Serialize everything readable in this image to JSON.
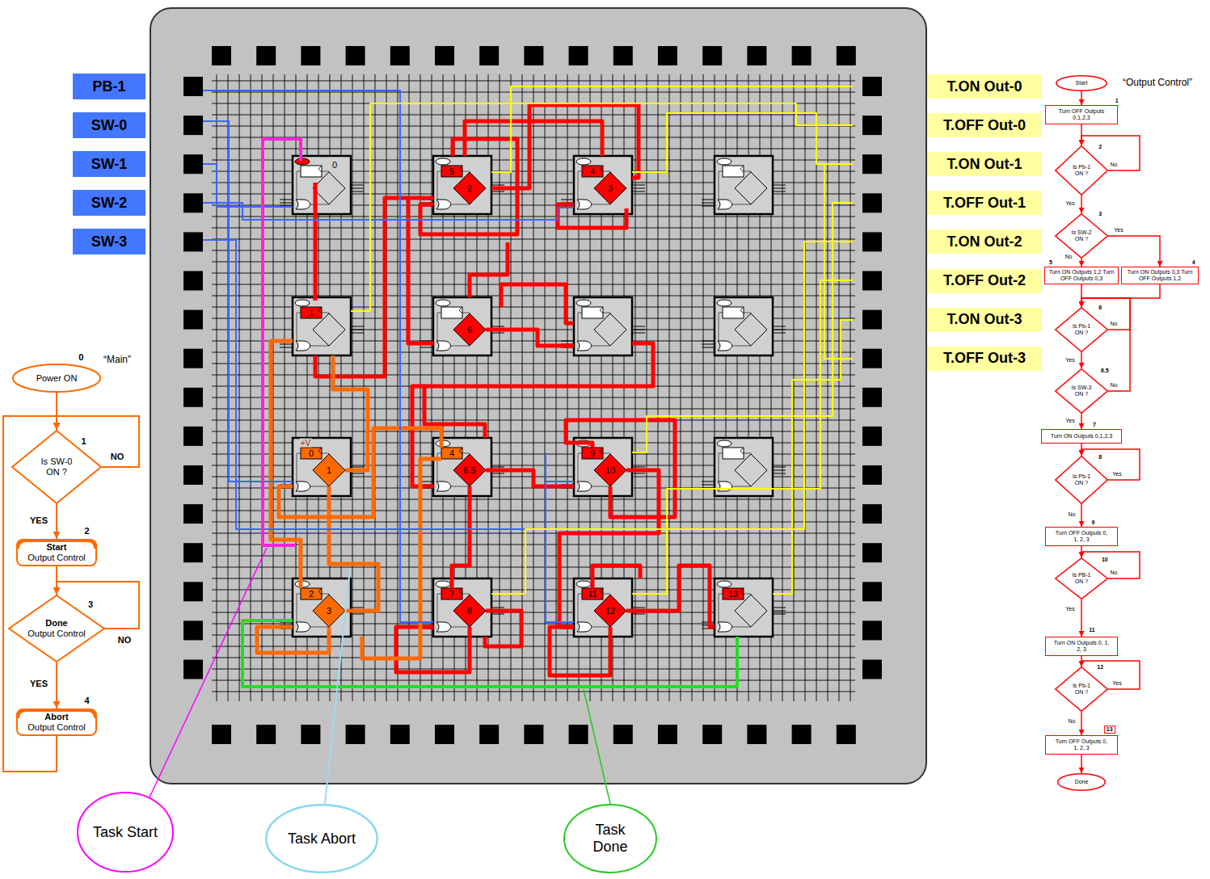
{
  "diagram": {
    "nodes": [
      {
        "text": [
          "PB-1"
        ]
      },
      {
        "text": [
          "SW-0"
        ]
      },
      {
        "text": [
          "SW-1"
        ]
      },
      {
        "text": [
          "SW-2"
        ]
      },
      {
        "text": [
          "SW-3"
        ]
      },
      {
        "text": [
          "T.ON Out-0"
        ]
      },
      {
        "text": [
          "T.OFF Out-0"
        ]
      },
      {
        "text": [
          "T.ON Out-1"
        ]
      },
      {
        "text": [
          "T.OFF Out-1"
        ]
      },
      {
        "text": [
          "T.ON Out-2"
        ]
      },
      {
        "text": [
          "T.OFF Out-2"
        ]
      },
      {
        "text": [
          "T.ON Out-3"
        ]
      },
      {
        "text": [
          "T.OFF Out-3"
        ]
      },
      {
        "text": [
          "0",
          "Power ON"
        ]
      },
      {
        "text": [
          "1",
          "Is SW-0 ON ?"
        ]
      },
      {
        "text": [
          "2",
          "Start",
          "Output Control"
        ]
      },
      {
        "text": [
          "3",
          "Done",
          "Output Control"
        ]
      },
      {
        "text": [
          "4",
          "Abort",
          "Output Control"
        ]
      },
      {
        "text": [
          "Start"
        ]
      },
      {
        "text": [
          "1",
          "Turn OFF Outputs 0,1,2,3"
        ]
      },
      {
        "text": [
          "2",
          "Is Pb-1 ON ?"
        ]
      },
      {
        "text": [
          "3",
          "Is SW-2 ON ?"
        ]
      },
      {
        "text": [
          "5",
          "Turn ON Outputs 1,2 Turn OFF Outputs 0,3"
        ]
      },
      {
        "text": [
          "4",
          "Turn ON Outputs 0,3 Turn OFF Outputs 1,2"
        ]
      },
      {
        "text": [
          "6",
          "Is Pb-1 ON ?"
        ]
      },
      {
        "text": [
          "6.5",
          "Is SW-3 ON ?"
        ]
      },
      {
        "text": [
          "7",
          "Turn ON Outputs 0,1,2,3"
        ]
      },
      {
        "text": [
          "8",
          "Is Pb-1 ON ?"
        ]
      },
      {
        "text": [
          "9",
          "Turn OFF Outputs 0, 1, 2, 3"
        ]
      },
      {
        "text": [
          "10",
          "Is PB-1 ON ?"
        ]
      },
      {
        "text": [
          "11",
          "Turn ON Outputs 0, 1, 2, 3"
        ]
      },
      {
        "text": [
          "12",
          "Is Pb-1 ON ?"
        ]
      },
      {
        "text": [
          "13",
          "Turn OFF Outputs 0, 1, 2, 3"
        ]
      },
      {
        "text": [
          "Done"
        ]
      },
      {
        "text": [
          "Task Start"
        ]
      },
      {
        "text": [
          "Task Abort"
        ]
      },
      {
        "text": [
          "Task Done"
        ]
      }
    ],
    "edges": [
      {
        "from": 13,
        "to": 14,
        "arrow": "to"
      },
      {
        "from": 14,
        "to": 14,
        "label": "NO",
        "arrow": "to"
      },
      {
        "from": 14,
        "to": 15,
        "label": "YES",
        "arrow": "to"
      },
      {
        "from": 15,
        "to": 16,
        "arrow": "to"
      },
      {
        "from": 16,
        "to": 16,
        "label": "NO",
        "arrow": "to"
      },
      {
        "from": 16,
        "to": 17,
        "label": "YES",
        "arrow": "to"
      },
      {
        "from": 17,
        "to": 14,
        "arrow": "to"
      },
      {
        "from": 18,
        "to": 19,
        "arrow": "to"
      },
      {
        "from": 19,
        "to": 20,
        "arrow": "to"
      },
      {
        "from": 20,
        "to": 20,
        "label": "No",
        "arrow": "to"
      },
      {
        "from": 20,
        "to": 21,
        "label": "Yes",
        "arrow": "to"
      },
      {
        "from": 21,
        "to": 23,
        "label": "Yes",
        "arrow": "to"
      },
      {
        "from": 21,
        "to": 22,
        "label": "No",
        "arrow": "to"
      },
      {
        "from": 22,
        "to": 24,
        "arrow": "to"
      },
      {
        "from": 23,
        "to": 24,
        "arrow": "to"
      },
      {
        "from": 24,
        "to": 24,
        "label": "No",
        "arrow": "to"
      },
      {
        "from": 24,
        "to": 25,
        "label": "Yes",
        "arrow": "to"
      },
      {
        "from": 25,
        "to": 24,
        "label": "No",
        "arrow": "to"
      },
      {
        "from": 25,
        "to": 26,
        "label": "Yes",
        "arrow": "to"
      },
      {
        "from": 26,
        "to": 27,
        "arrow": "to"
      },
      {
        "from": 27,
        "to": 27,
        "label": "Yes",
        "arrow": "to"
      },
      {
        "from": 27,
        "to": 28,
        "label": "No",
        "arrow": "to"
      },
      {
        "from": 28,
        "to": 29,
        "arrow": "to"
      },
      {
        "from": 29,
        "to": 29,
        "label": "No",
        "arrow": "to"
      },
      {
        "from": 29,
        "to": 30,
        "label": "Yes",
        "arrow": "to"
      },
      {
        "from": 30,
        "to": 31,
        "arrow": "to"
      },
      {
        "from": 31,
        "to": 31,
        "label": "Yes",
        "arrow": "to"
      },
      {
        "from": 31,
        "to": 32,
        "label": "No",
        "arrow": "to"
      },
      {
        "from": 32,
        "to": 33,
        "arrow": "to"
      }
    ],
    "labels": [
      "“Main”",
      "“Output Control”",
      "0",
      "5",
      "2",
      "4",
      "3",
      "1",
      "6",
      "+V",
      "0",
      "1",
      "4",
      "6.5",
      "9",
      "10",
      "2",
      "3",
      "7",
      "8",
      "11",
      "12",
      "13"
    ]
  }
}
